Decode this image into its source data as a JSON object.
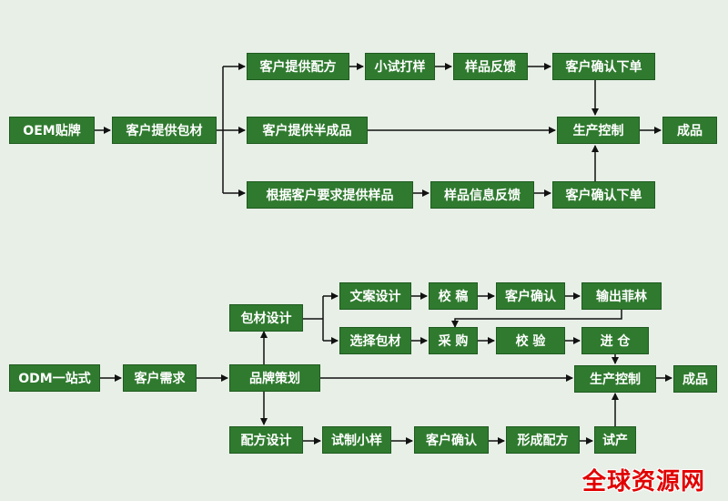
{
  "oem": {
    "start": "OEM贴牌",
    "client_packaging": "客户提供包材",
    "client_formula": "客户提供配方",
    "small_trial": "小试打样",
    "sample_feedback": "样品反馈",
    "confirm_order_1": "客户确认下单",
    "client_semi": "客户提供半成品",
    "custom_sample": "根据客户要求提供样品",
    "sample_info_feedback": "样品信息反馈",
    "confirm_order_2": "客户确认下单",
    "production_control": "生产控制",
    "finished_product": "成品"
  },
  "odm": {
    "start": "ODM一站式",
    "client_demand": "客户需求",
    "brand_planning": "品牌策划",
    "packaging_design": "包材设计",
    "copy_design": "文案设计",
    "proofread": "校 稿",
    "client_confirm_1": "客户确认",
    "output_film": "输出菲林",
    "choose_packaging": "选择包材",
    "purchase": "采 购",
    "inspect": "校 验",
    "stock_in": "进 仓",
    "production_control": "生产控制",
    "finished_product": "成品",
    "formula_design": "配方设计",
    "trial_sample": "试制小样",
    "client_confirm_2": "客户确认",
    "form_formula": "形成配方",
    "trial_production": "试产"
  },
  "watermark": "全球资源网",
  "colors": {
    "background": "#e7efe7",
    "box": "#2f7a2f",
    "line": "#111111",
    "watermark": "#e10000"
  }
}
